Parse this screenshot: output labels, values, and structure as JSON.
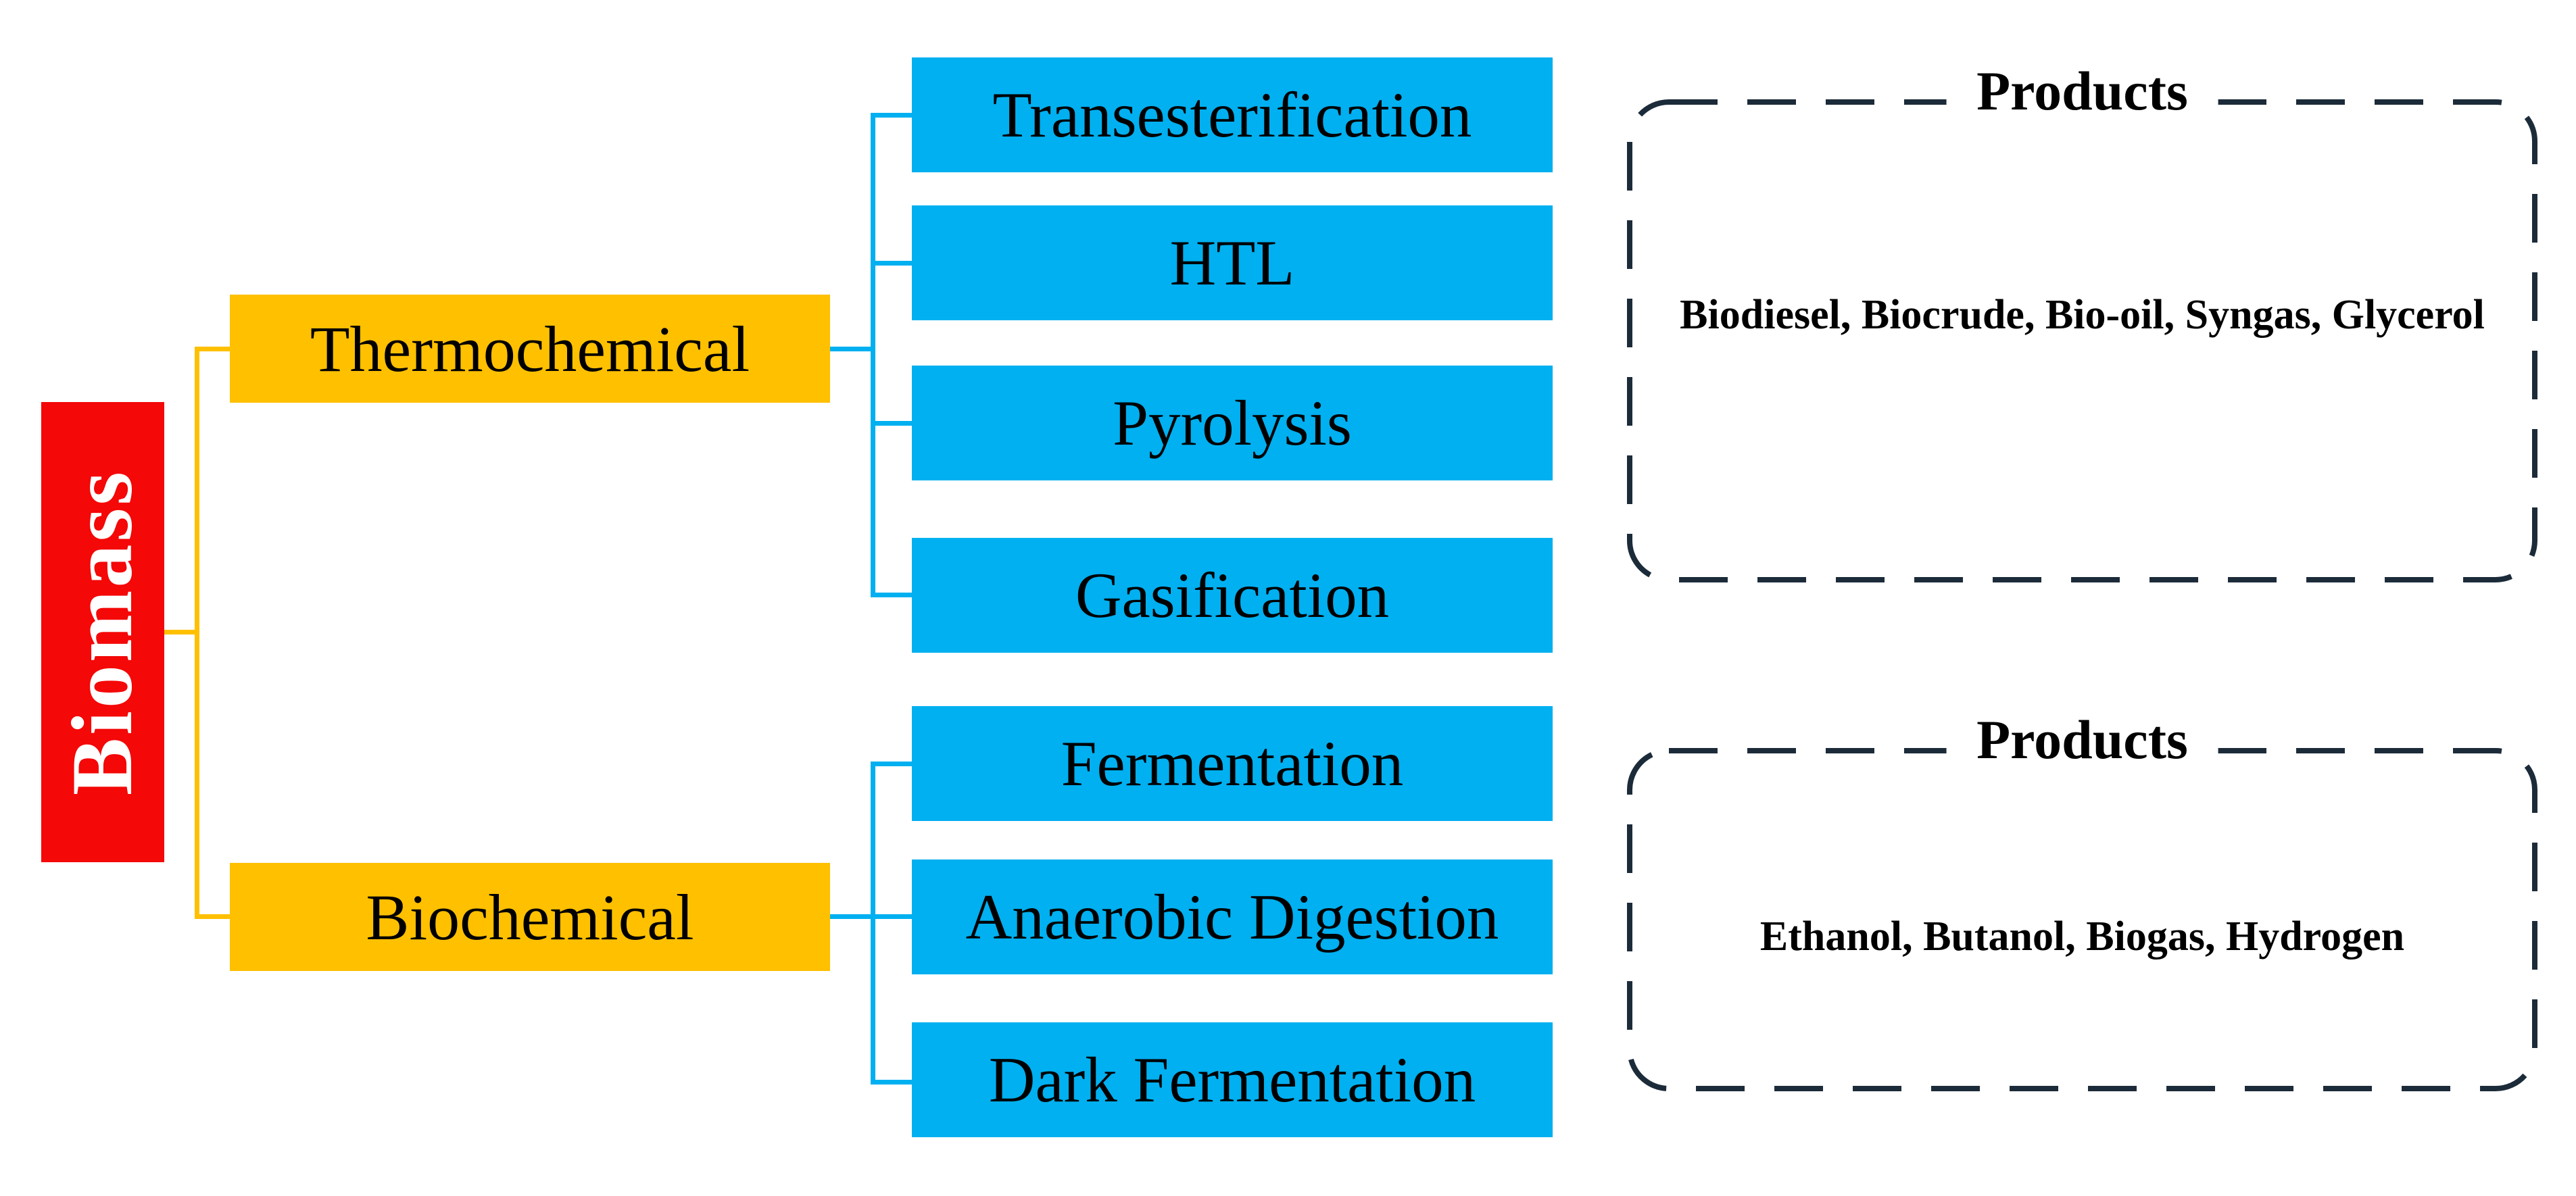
{
  "diagram": {
    "root": {
      "label": "Biomass"
    },
    "branches": [
      {
        "label": "Thermochemical",
        "processes": [
          "Transesterification",
          "HTL",
          "Pyrolysis",
          "Gasification"
        ],
        "products_title": "Products",
        "products": "Biodiesel, Biocrude, Bio-oil, Syngas, Glycerol"
      },
      {
        "label": "Biochemical",
        "processes": [
          "Fermentation",
          "Anaerobic Digestion",
          "Dark Fermentation"
        ],
        "products_title": "Products",
        "products": "Ethanol, Butanol, Biogas, Hydrogen"
      }
    ],
    "colors": {
      "root_box": "#F40808",
      "branch_box": "#FFC000",
      "process_box": "#00B0F0",
      "products_border": "#1C2B39",
      "root_text": "#FFFFFF",
      "text": "#000000"
    }
  }
}
